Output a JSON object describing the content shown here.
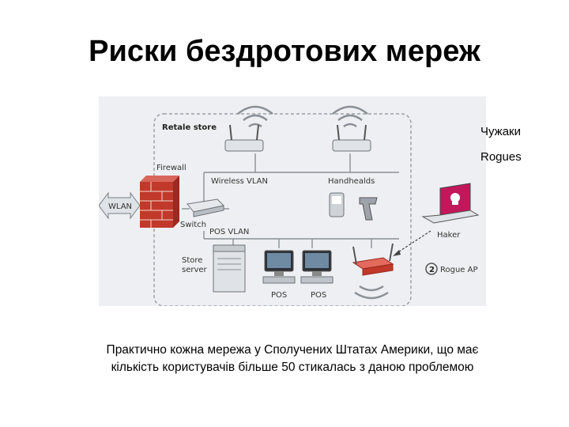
{
  "title": "Риски бездротових мереж",
  "side_labels": {
    "aliens": "Чужаки",
    "rogues": "Rogues"
  },
  "diagram": {
    "store": "Retale store",
    "firewall": "Firewall",
    "wlan": "WLAN",
    "switch": "Switch",
    "wireless_vlan": "Wireless VLAN",
    "handhelds": "Handhealds",
    "pos_vlan": "POS VLAN",
    "store_server_1": "Store",
    "store_server_2": "server",
    "pos_1": "POS",
    "pos_2": "POS",
    "haker": "Haker",
    "rogue_ap_num": "2",
    "rogue_ap": "Rogue AP"
  },
  "caption": {
    "line1": "Практично кожна мережа у Сполучених Штатах Америки, що має",
    "line2": "кількість користувачів більше 50 стикалась з даною проблемою"
  },
  "colors": {
    "rogue_ap": "#c0392b",
    "firewall": "#c0392b",
    "hacker_screen": "#c2185b",
    "diagram_bg": "#eeeff2"
  }
}
